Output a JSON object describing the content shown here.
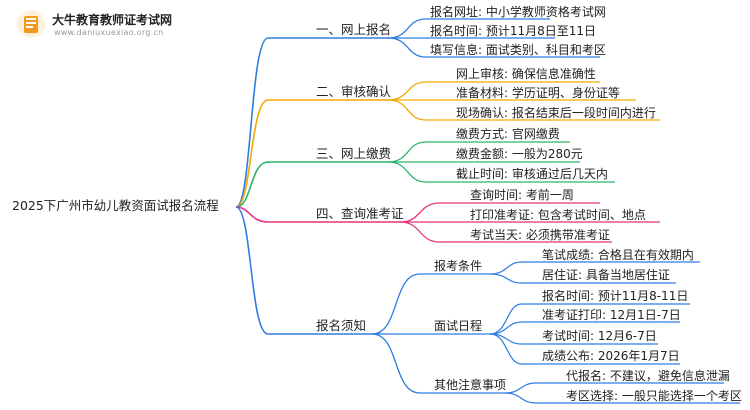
{
  "brand": {
    "name": "大牛教育教师证考试网",
    "url": "www.daniuxuexiao.org.cn"
  },
  "root": "2025下广州市幼儿教资面试报名流程",
  "branches": [
    {
      "label": "一、网上报名",
      "color": "#2f7de1",
      "leaves": [
        "报名网址: 中小学教师资格考试网",
        "报名时间: 预计11月8日至11日",
        "填写信息: 面试类别、科目和考区"
      ]
    },
    {
      "label": "二、审核确认",
      "color": "#f2a900",
      "leaves": [
        "网上审核: 确保信息准确性",
        "准备材料: 学历证明、身份证等",
        "现场确认: 报名结束后一段时间内进行"
      ]
    },
    {
      "label": "三、网上缴费",
      "color": "#2db36b",
      "leaves": [
        "缴费方式: 官网缴费",
        "缴费金额: 一般为280元",
        "截止时间: 审核通过后几天内"
      ]
    },
    {
      "label": "四、查询准考证",
      "color": "#e8327c",
      "leaves": [
        "查询时间: 考前一周",
        "打印准考证: 包含考试时间、地点",
        "考试当天: 必须携带准考证"
      ]
    },
    {
      "label": "报名须知",
      "color": "#2f7de1",
      "groups": [
        {
          "label": "报考条件",
          "leaves": [
            "笔试成绩: 合格且在有效期内",
            "居住证: 具备当地居住证"
          ]
        },
        {
          "label": "面试日程",
          "leaves": [
            "报名时间: 预计11月8-11日",
            "准考证打印: 12月1日-7日",
            "考试时间: 12月6-7日",
            "成绩公布: 2026年1月7日"
          ]
        },
        {
          "label": "其他注意事项",
          "leaves": [
            "代报名: 不建议，避免信息泄漏",
            "考区选择: 一般只能选择一个考区"
          ]
        }
      ]
    }
  ]
}
